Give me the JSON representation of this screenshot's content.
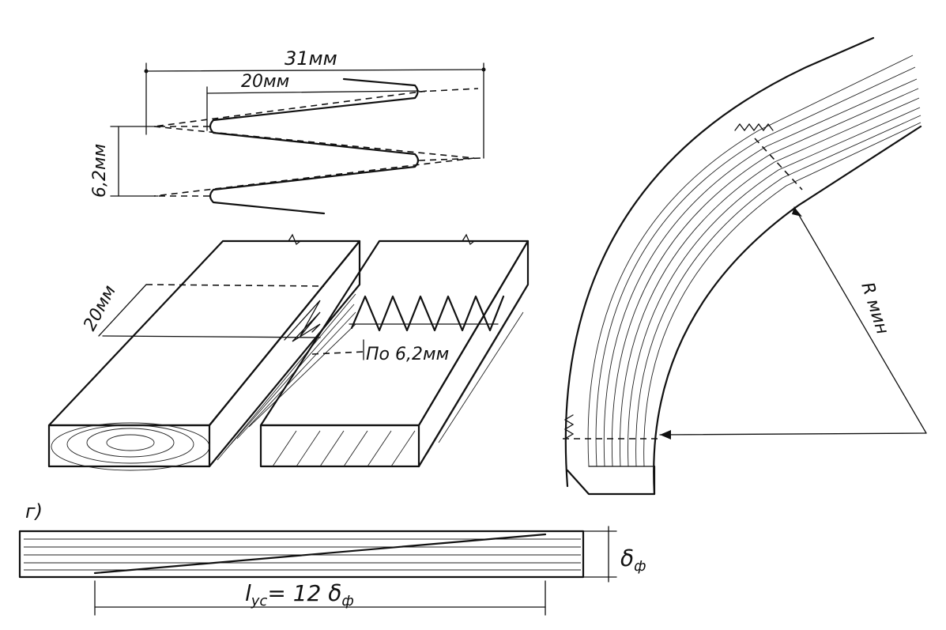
{
  "dimensions": {
    "top_width": "31мм",
    "tooth_length": "20мм",
    "pitch": "6,2мм",
    "joint_length": "20мм",
    "pitch_note": "По 6,2мм",
    "radius": "R мин"
  },
  "scarf": {
    "panel_letter": "г)",
    "overlap_formula": "l",
    "overlap_sub": "ус",
    "overlap_rhs": "= 12 δ",
    "overlap_rhs_sub": "ф",
    "thickness_symbol": "δ",
    "thickness_sub": "ф"
  }
}
